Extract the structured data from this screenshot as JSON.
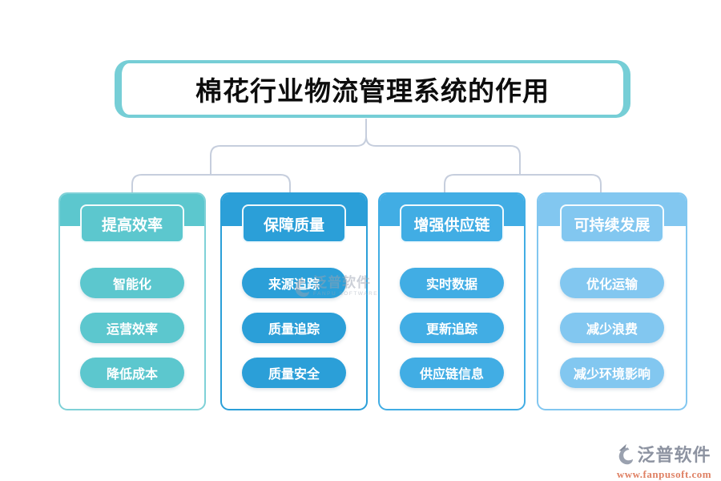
{
  "title": "棉花行业物流管理系统的作用",
  "columns": [
    {
      "header": "提高效率",
      "items": [
        "智能化",
        "运营效率",
        "降低成本"
      ],
      "color": "#5cc7ce",
      "border": "#7fd1d7"
    },
    {
      "header": "保障质量",
      "items": [
        "来源追踪",
        "质量追踪",
        "质量安全"
      ],
      "color": "#2b9fd8",
      "border": "#2b9fd8"
    },
    {
      "header": "增强供应链",
      "items": [
        "实时数据",
        "更新追踪",
        "供应链信息"
      ],
      "color": "#41ade4",
      "border": "#41ade4"
    },
    {
      "header": "可持续发展",
      "items": [
        "优化运输",
        "减少浪费",
        "减少环境影响"
      ],
      "color": "#82c7f0",
      "border": "#82c7f0"
    }
  ],
  "watermarks": {
    "center": {
      "name": "泛普软件",
      "subtitle": "FANPU SOFTWARE"
    },
    "footer": {
      "name": "泛普软件",
      "url": "www.fanpusoft.com"
    }
  },
  "connector_color": "#c6cedd"
}
